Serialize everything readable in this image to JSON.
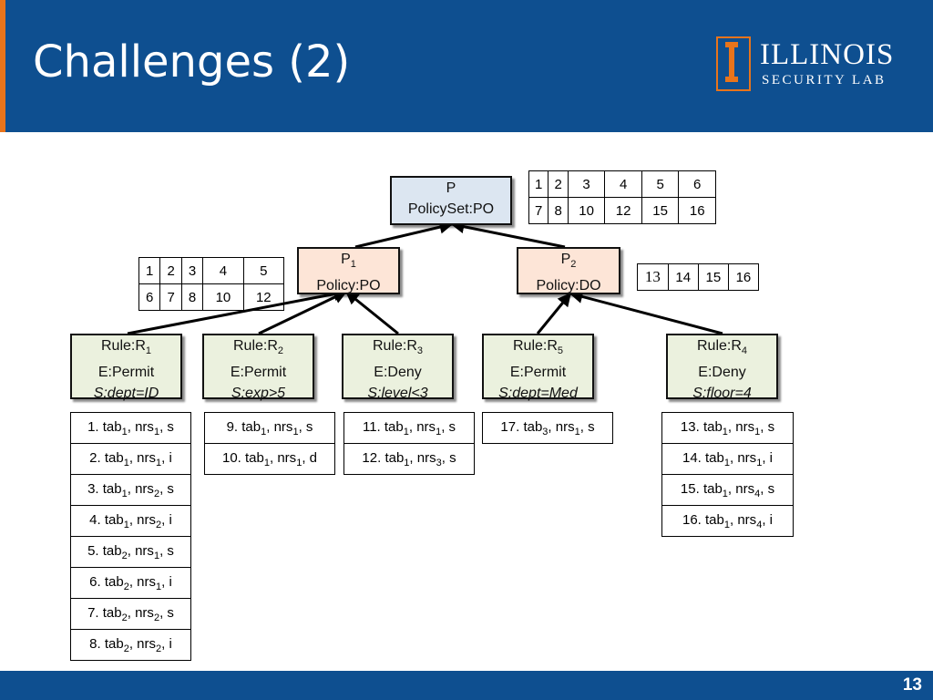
{
  "slide": {
    "title": "Challenges (2)",
    "page_number": "13"
  },
  "logo": {
    "line1": "ILLINOIS",
    "line2": "SECURITY LAB"
  },
  "nodes": {
    "p": {
      "l1": "P",
      "l2": "PolicySet:PO"
    },
    "p1": {
      "name": "P",
      "sub": "1",
      "l2": "Policy:PO"
    },
    "p2": {
      "name": "P",
      "sub": "2",
      "l2": "Policy:DO"
    },
    "r1": {
      "name": "Rule:R",
      "sub": "1",
      "effect": "E:Permit",
      "cond": "S:dept=ID"
    },
    "r2": {
      "name": "Rule:R",
      "sub": "2",
      "effect": "E:Permit",
      "cond": "S:exp>5"
    },
    "r3": {
      "name": "Rule:R",
      "sub": "3",
      "effect": "E:Deny",
      "cond": "S:level<3"
    },
    "r5": {
      "name": "Rule:R",
      "sub": "5",
      "effect": "E:Permit",
      "cond": "S:dept=Med"
    },
    "r4": {
      "name": "Rule:R",
      "sub": "4",
      "effect": "E:Deny",
      "cond": "S:floor=4"
    }
  },
  "grids": {
    "p_requests": [
      [
        "1",
        "2",
        "3",
        "4",
        "5",
        "6"
      ],
      [
        "7",
        "8",
        "10",
        "12",
        "15",
        "16"
      ]
    ],
    "p1_requests": [
      [
        "1",
        "2",
        "3",
        "4",
        "5"
      ],
      [
        "6",
        "7",
        "8",
        "10",
        "12"
      ]
    ],
    "p2_requests": [
      [
        "13",
        "14",
        "15",
        "16"
      ]
    ]
  },
  "lists": {
    "r1": [
      {
        "n": "1.",
        "a": "1",
        "b": "1",
        "c": "s"
      },
      {
        "n": "2.",
        "a": "1",
        "b": "1",
        "c": "i"
      },
      {
        "n": "3.",
        "a": "1",
        "b": "2",
        "c": "s"
      },
      {
        "n": "4.",
        "a": "1",
        "b": "2",
        "c": "i"
      },
      {
        "n": "5.",
        "a": "2",
        "b": "1",
        "c": "s"
      },
      {
        "n": "6.",
        "a": "2",
        "b": "1",
        "c": "i"
      },
      {
        "n": "7.",
        "a": "2",
        "b": "2",
        "c": "s"
      },
      {
        "n": "8.",
        "a": "2",
        "b": "2",
        "c": "i"
      }
    ],
    "r2": [
      {
        "n": "9.",
        "a": "1",
        "b": "1",
        "c": "s"
      },
      {
        "n": "10.",
        "a": "1",
        "b": "1",
        "c": "d"
      }
    ],
    "r3": [
      {
        "n": "11.",
        "a": "1",
        "b": "1",
        "c": "s"
      },
      {
        "n": "12.",
        "a": "1",
        "b": "3",
        "c": "s"
      }
    ],
    "r5": [
      {
        "n": "17.",
        "a": "3",
        "b": "1",
        "c": "s"
      }
    ],
    "r4": [
      {
        "n": "13.",
        "a": "1",
        "b": "1",
        "c": "s"
      },
      {
        "n": "14.",
        "a": "1",
        "b": "1",
        "c": "i"
      },
      {
        "n": "15.",
        "a": "1",
        "b": "4",
        "c": "s"
      },
      {
        "n": "16.",
        "a": "1",
        "b": "4",
        "c": "i"
      }
    ],
    "tab_label": "tab",
    "nrs_label": "nrs"
  },
  "colors": {
    "header": "#0e4f90",
    "accent": "#e8741b",
    "policyset_fill": "#dce6f1",
    "policy_fill": "#fde5d7",
    "rule_fill": "#ebf1de"
  }
}
